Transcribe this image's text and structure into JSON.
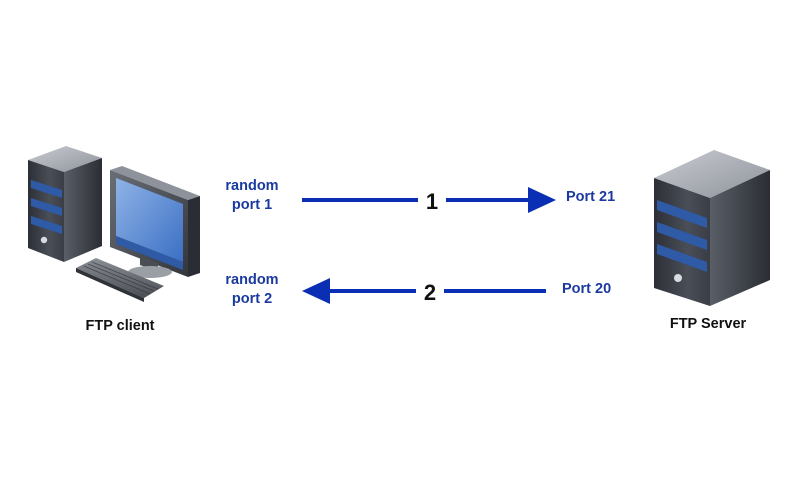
{
  "client": {
    "label": "FTP client"
  },
  "server": {
    "label": "FTP Server"
  },
  "connection_1": {
    "number": "1",
    "source_line1": "random",
    "source_line2": "port 1",
    "target": "Port 21",
    "direction": "client-to-server"
  },
  "connection_2": {
    "number": "2",
    "source_line1": "random",
    "source_line2": "port 2",
    "target": "Port 20",
    "direction": "server-to-client"
  },
  "colors": {
    "arrow": "#0a2fb5",
    "port_label": "#1a3aa0",
    "text": "#111111",
    "tower_body": "#3d4048",
    "tower_stripe": "#2e5aa6"
  },
  "icons": {
    "client": "desktop-computer-icon",
    "server": "server-tower-icon"
  }
}
